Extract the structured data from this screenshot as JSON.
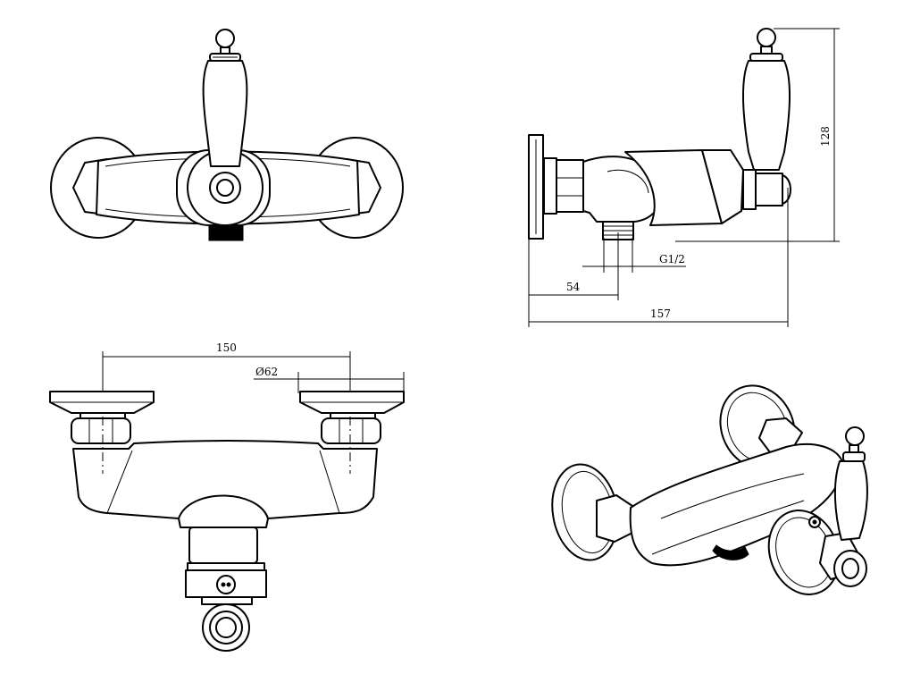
{
  "dimensions": {
    "height": "128",
    "thread": "G1/2",
    "depth_inlet": "54",
    "depth_total": "157",
    "centers": "150",
    "flange_diameter": "Ø62"
  },
  "views": [
    "top-view",
    "side-view",
    "front-view",
    "perspective-view"
  ]
}
